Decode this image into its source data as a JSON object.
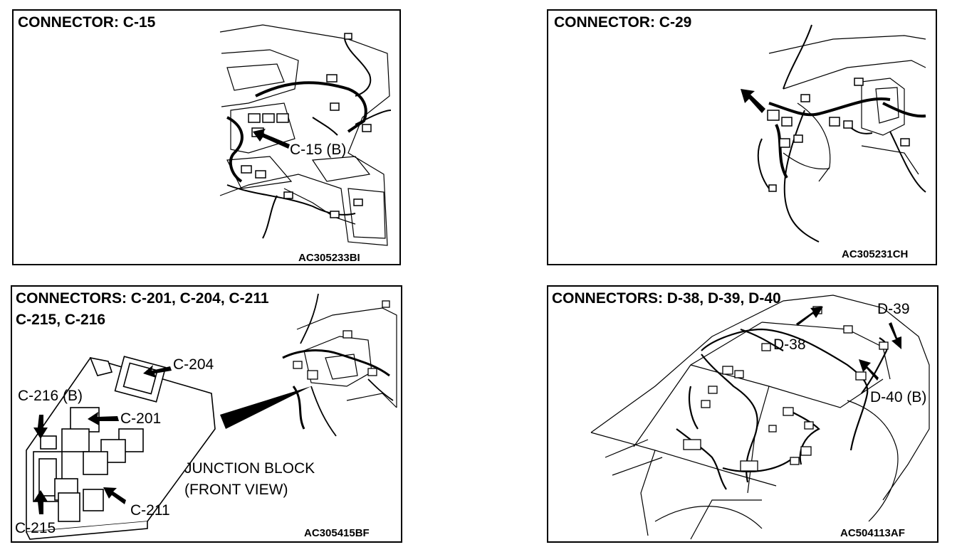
{
  "panels": [
    {
      "title": "CONNECTOR: C-15",
      "code": "AC305233BI",
      "labels": [
        "C-15 (B)"
      ]
    },
    {
      "title": "CONNECTOR: C-29",
      "code": "AC305231CH",
      "labels": []
    },
    {
      "title_line1": "CONNECTORS: C-201, C-204, C-211",
      "title_line2": "C-215, C-216",
      "code": "AC305415BF",
      "labels": {
        "c204": "C-204",
        "c216": "C-216 (B)",
        "c201": "C-201",
        "junction_line1": "JUNCTION BLOCK",
        "junction_line2": "(FRONT VIEW)",
        "c211": "C-211",
        "c215": "C-215"
      }
    },
    {
      "title": "CONNECTORS: D-38, D-39, D-40",
      "code": "AC504113AF",
      "labels": {
        "d39": "D-39",
        "d38": "D-38",
        "d40": "D-40 (B)"
      }
    }
  ]
}
